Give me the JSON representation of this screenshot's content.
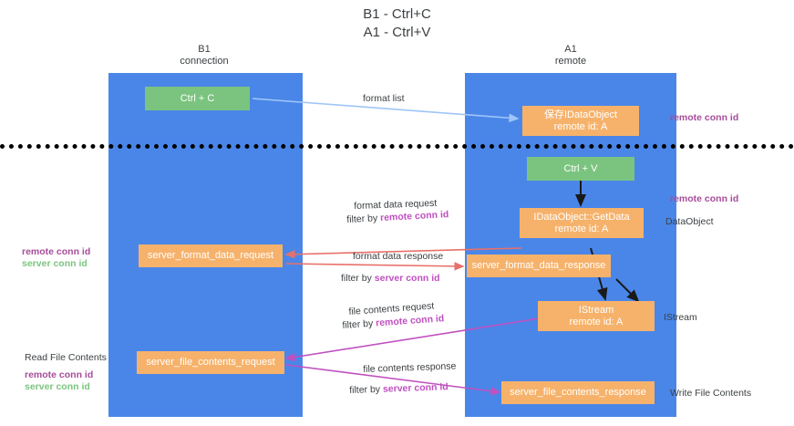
{
  "title": {
    "line1": "B1 - Ctrl+C",
    "line2": "A1 - Ctrl+V"
  },
  "columns": [
    {
      "name": "B1",
      "sub": "connection"
    },
    {
      "name": "A1",
      "sub": "remote"
    }
  ],
  "boxes": {
    "ctrl_c": "Ctrl + C",
    "ctrl_v": "Ctrl + V",
    "idataobject": "保存IDataObject\nremote id: A",
    "getdata": "IDataObject::GetData\nremote id: A",
    "istream": "IStream\nremote id: A",
    "server_format_data_request": "server_format_data_request",
    "server_format_data_response": "server_format_data_response",
    "server_file_contents_request": "server_file_contents_request",
    "server_file_contents_response": "server_file_contents_response"
  },
  "arrow_labels": {
    "format_list": "format list",
    "format_data_request": "format data request",
    "format_data_request_filter_prefix": "filter by ",
    "format_data_request_filter_key": "remote conn id",
    "format_data_response": "format data response",
    "format_data_response_filter_prefix": "filter by ",
    "format_data_response_filter_key": "server conn id",
    "file_contents_request": "file contents request",
    "file_contents_request_filter_prefix": "filter by ",
    "file_contents_request_filter_key": "remote conn id",
    "file_contents_response": "file contents response",
    "file_contents_response_filter_prefix": "filter by ",
    "file_contents_response_filter_key": "server conn id"
  },
  "annotations": {
    "right_remote_conn_id_top": "remote conn id",
    "right_remote_conn_id_mid": "remote conn id",
    "right_dataobject": "DataObject",
    "right_istream": "IStream",
    "right_write_file_contents": "Write File Contents",
    "left_remote_conn_id_mid": "remote conn id",
    "left_server_conn_id_mid": "server conn id",
    "left_read_file_contents": "Read File Contents",
    "left_remote_conn_id_bottom": "remote conn id",
    "left_server_conn_id_bottom": "server conn id"
  },
  "colors": {
    "lane": "#4a86e8",
    "orange": "#f6b26b",
    "green": "#7bc47f",
    "purple": "#a64d9a",
    "magenta": "#c050c0",
    "red_arrow": "#e8706a",
    "blue_arrow": "#9fc5f8",
    "divider": "#000000"
  }
}
